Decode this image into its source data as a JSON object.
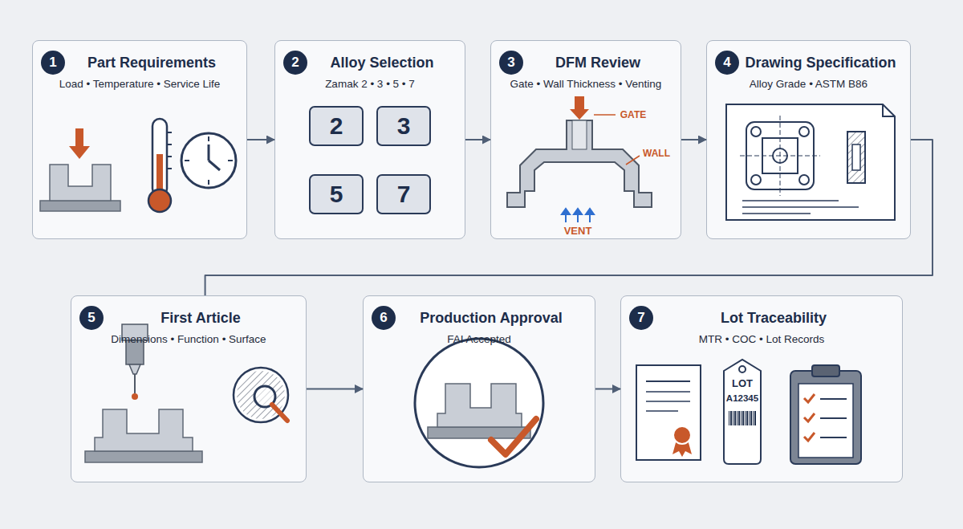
{
  "diagram": {
    "nodes": [
      {
        "text": [
          "1",
          "Part Requirements",
          "Load • Temperature • Service Life"
        ]
      },
      {
        "text": [
          "2",
          "Alloy Selection",
          "Zamak 2 • 3 • 5 • 7"
        ]
      },
      {
        "text": [
          "2"
        ],
        "in": 1
      },
      {
        "text": [
          "3"
        ],
        "in": 1
      },
      {
        "text": [
          "5"
        ],
        "in": 1
      },
      {
        "text": [
          "7"
        ],
        "in": 1
      },
      {
        "text": [
          "3",
          "DFM Review",
          "Gate • Wall Thickness • Venting"
        ]
      },
      {
        "text": [
          "4",
          "Drawing Specification",
          "Alloy Grade • ASTM B86"
        ]
      },
      {
        "text": [
          "5",
          "First Article",
          "Dimensions • Function • Surface"
        ]
      },
      {
        "text": [
          "6",
          "Production Approval",
          "FAI Accepted"
        ]
      },
      {
        "text": [
          "7",
          "Lot Traceability",
          "MTR • COC • Lot Records"
        ]
      }
    ],
    "edges": [
      {
        "from": 0,
        "to": 1,
        "arrow": "to"
      },
      {
        "from": 1,
        "to": 6,
        "arrow": "to"
      },
      {
        "from": 6,
        "to": 7,
        "arrow": "to"
      },
      {
        "from": 7,
        "to": 8,
        "arrow": "none"
      },
      {
        "from": 8,
        "to": 9,
        "arrow": "to"
      },
      {
        "from": 9,
        "to": 10,
        "arrow": "to"
      }
    ],
    "labels": [
      "GATE",
      "WALL",
      "VENT",
      "LOT",
      "A12345"
    ]
  }
}
